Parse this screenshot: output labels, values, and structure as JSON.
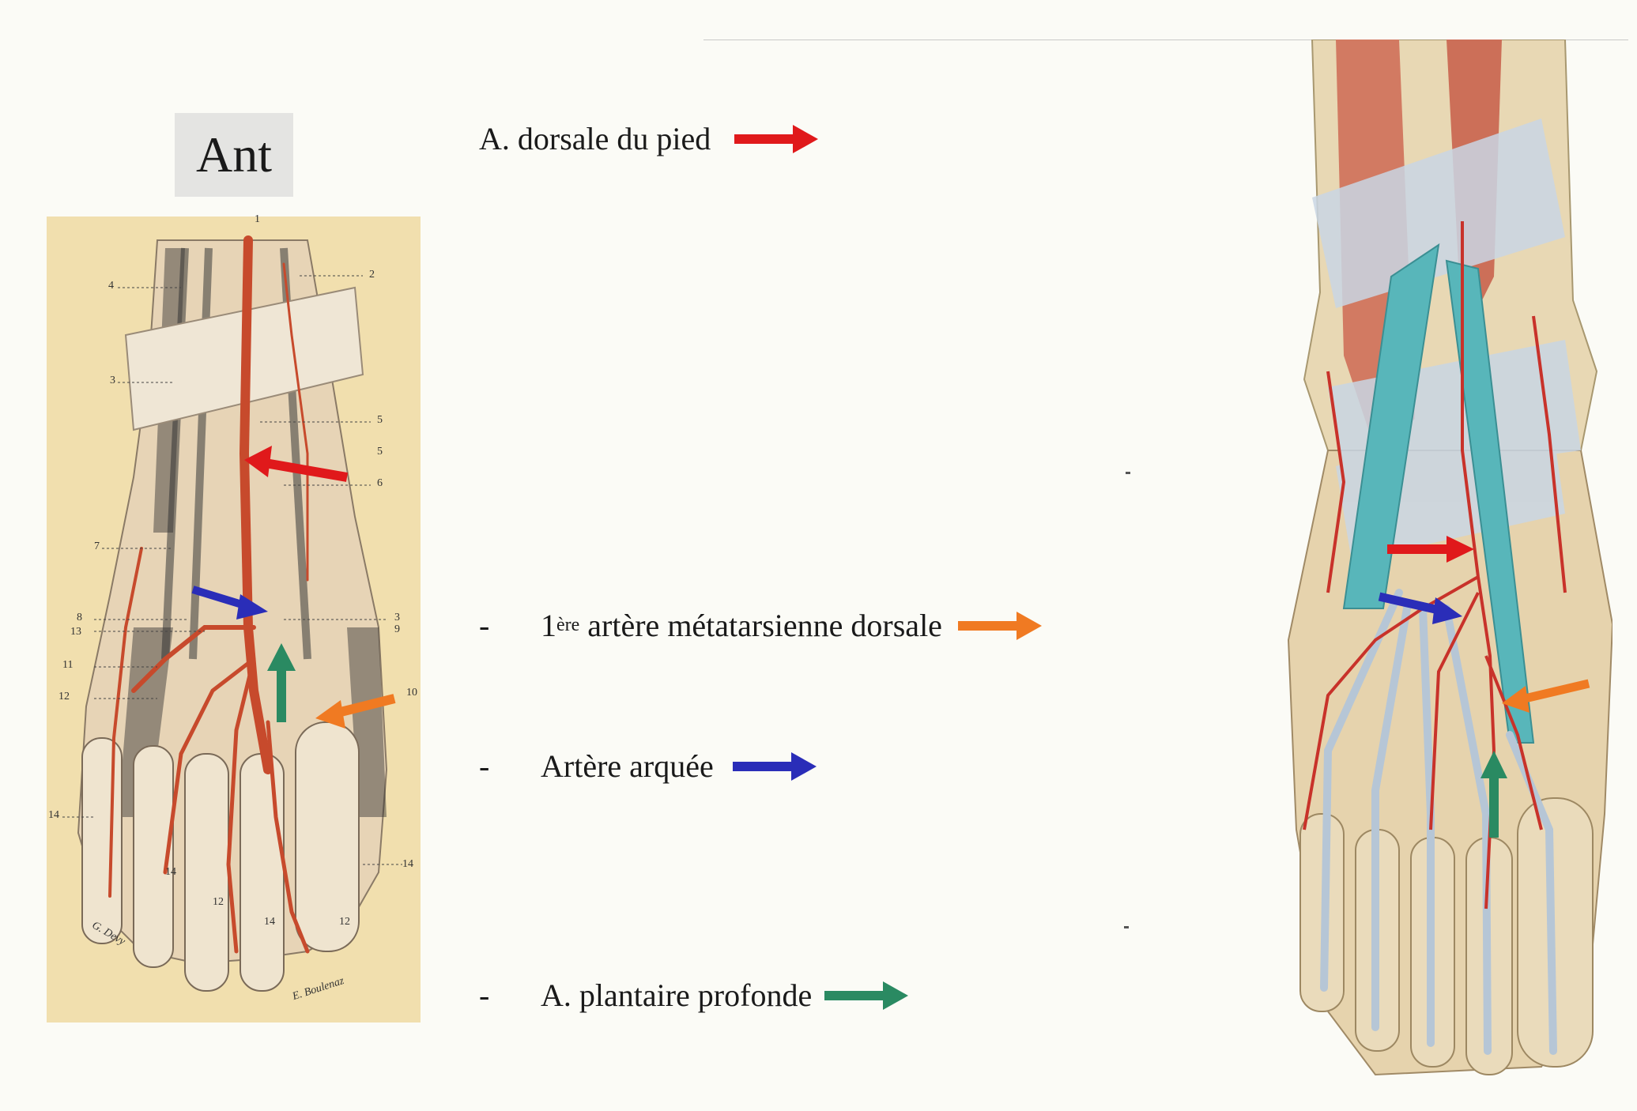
{
  "header": {
    "ant_label": "Ant"
  },
  "legend": [
    {
      "id": "dorsal",
      "prefix": "",
      "sup_num": "",
      "sup": "",
      "text": "A. dorsale du pied",
      "color": "#e0191b"
    },
    {
      "id": "metatarsal",
      "prefix": "-",
      "sup_num": "1",
      "sup": "ère",
      "text": " artère métatarsienne dorsale",
      "color": "#f07a22"
    },
    {
      "id": "arcuate",
      "prefix": "-",
      "sup_num": "",
      "sup": "",
      "text": "Artère arquée",
      "color": "#2a2db8"
    },
    {
      "id": "plantar",
      "prefix": "-",
      "sup_num": "",
      "sup": "",
      "text": "A. plantaire profonde",
      "color": "#2a8a62"
    }
  ],
  "left_illustration": {
    "numbers": [
      "1",
      "2",
      "3",
      "4",
      "5",
      "6",
      "7",
      "8",
      "9",
      "10",
      "11",
      "12",
      "13",
      "14",
      "3",
      "5",
      "14",
      "14",
      "12",
      "12",
      "14"
    ],
    "signatures": [
      "G. Devy",
      "E. Boulenaz"
    ]
  }
}
